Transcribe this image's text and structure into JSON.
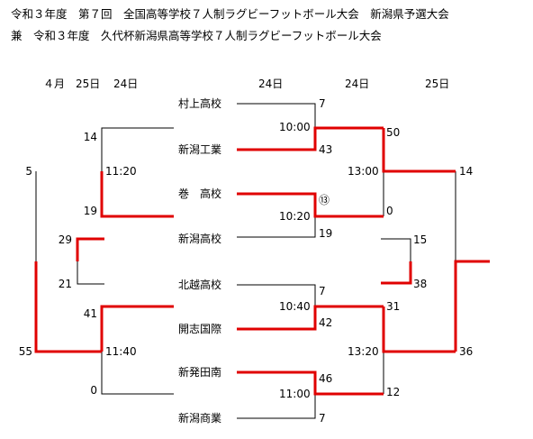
{
  "header": {
    "line1": "令和３年度　第７回　全国高等学校７人制ラグビーフットボール大会　新潟県予選大会",
    "line2": "兼　令和３年度　久代杯新潟県高等学校７人制ラグビーフットボール大会"
  },
  "dates": {
    "month_day": "４月　25日",
    "d24a": "24日",
    "d24b": "24日",
    "d24c": "24日",
    "d25": "25日"
  },
  "teams": [
    "村上高校",
    "新潟工業",
    "巻　高校",
    "新潟高校",
    "北越高校",
    "開志国際",
    "新発田南",
    "新潟商業"
  ],
  "times": {
    "r1_top": "10:00",
    "r1_2": "10:20",
    "r1_3": "10:40",
    "r1_bottom": "11:00",
    "sf_top": "13:00",
    "sf_bottom": "13:20",
    "left_top": "11:20",
    "left_bottom": "11:40"
  },
  "scores": {
    "murakami": "7",
    "niigata_kogyo": "43",
    "maki": "⑬",
    "niigata": "19",
    "hokuetsu": "7",
    "kaishi": "42",
    "shibata_minami": "46",
    "niigata_shogyo": "7",
    "sf_top_upper": "50",
    "sf_top_lower": "0",
    "sf_bottom_upper": "31",
    "sf_bottom_lower": "12",
    "right_mid_upper": "15",
    "right_mid_lower": "38",
    "final_upper": "14",
    "final_lower": "36",
    "left_top_upper": "14",
    "left_top_lower": "19",
    "left_mid_upper": "29",
    "left_mid_lower": "21",
    "left_bottom_upper": "41",
    "left_bottom_lower": "0",
    "left_final_upper": "5",
    "left_final_lower": "55"
  },
  "colors": {
    "winner": "#e00000",
    "line": "#000000"
  }
}
